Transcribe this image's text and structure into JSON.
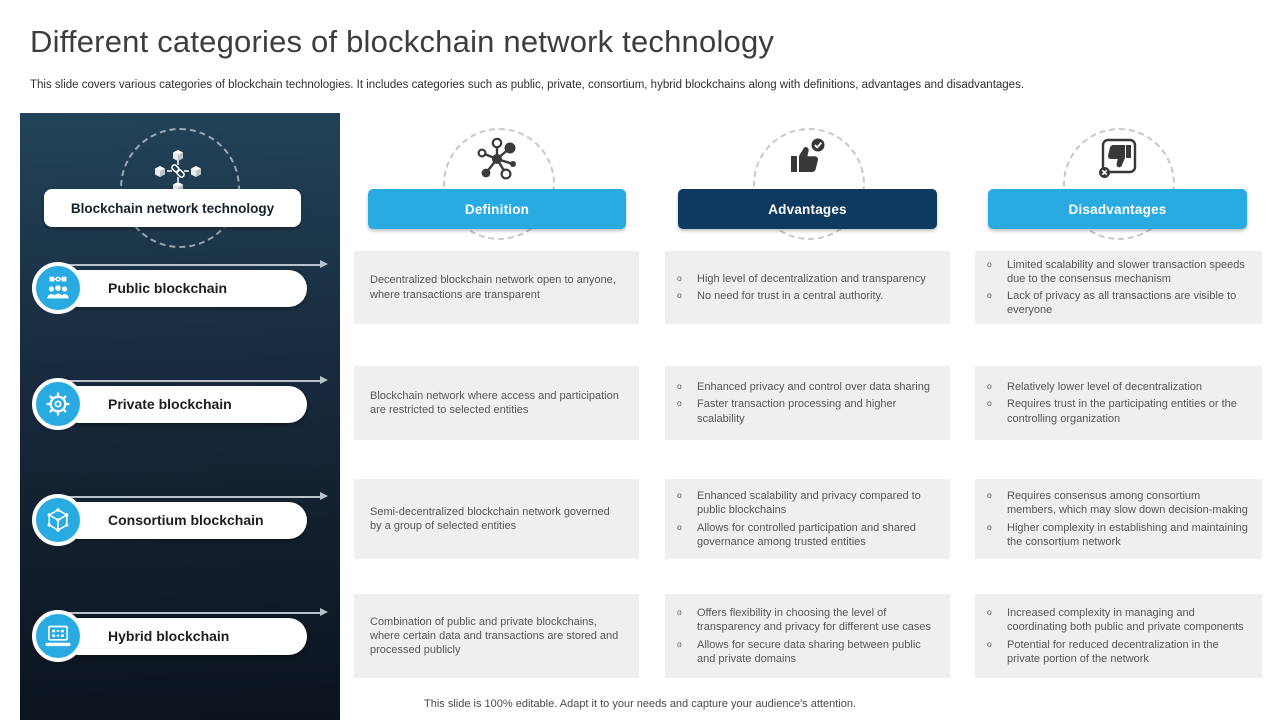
{
  "slide": {
    "title": "Different categories of blockchain network technology",
    "subtitle": "This slide covers various categories of blockchain technologies. It includes categories such as public, private, consortium, hybrid blockchains along with definitions, advantages and disadvantages.",
    "footer": "This slide is 100% editable.  Adapt it to your needs and capture your audience's attention."
  },
  "sidebar": {
    "header": "Blockchain network technology",
    "icon": "blockchain-network-icon",
    "items": [
      {
        "label": "Public blockchain",
        "icon": "public-blockchain-icon"
      },
      {
        "label": "Private blockchain",
        "icon": "gear-icon"
      },
      {
        "label": "Consortium blockchain",
        "icon": "consortium-network-icon"
      },
      {
        "label": "Hybrid blockchain",
        "icon": "laptop-icon"
      }
    ]
  },
  "columns": [
    {
      "label": "Definition",
      "icon": "mindmap-icon",
      "header_color": "#29abe2"
    },
    {
      "label": "Advantages",
      "icon": "thumbs-up-icon",
      "header_color": "#0d3a5e"
    },
    {
      "label": "Disadvantages",
      "icon": "thumbs-down-icon",
      "header_color": "#29abe2"
    }
  ],
  "rows": [
    {
      "category": "Public blockchain",
      "definition": "Decentralized blockchain network open to anyone, where transactions are transparent",
      "advantages": [
        "High level of decentralization and transparency",
        "No need for trust in a central authority."
      ],
      "disadvantages": [
        "Limited scalability and slower transaction speeds due to the consensus mechanism",
        "Lack of privacy as all transactions are visible to everyone"
      ]
    },
    {
      "category": "Private blockchain",
      "definition": "Blockchain network where access and participation are restricted to selected entities",
      "advantages": [
        "Enhanced privacy and control over data sharing",
        "Faster transaction processing and higher scalability"
      ],
      "disadvantages": [
        "Relatively lower level of decentralization",
        "Requires trust in the participating entities or the controlling organization"
      ]
    },
    {
      "category": "Consortium blockchain",
      "definition": "Semi-decentralized blockchain network governed by a group of selected entities",
      "advantages": [
        "Enhanced scalability and privacy compared to public blockchains",
        "Allows for controlled participation and shared governance among trusted entities"
      ],
      "disadvantages": [
        "Requires consensus among consortium members, which may slow down decision-making",
        "Higher complexity in establishing and maintaining the consortium network"
      ]
    },
    {
      "category": "Hybrid blockchain",
      "definition": "Combination  of public and private blockchains, where certain data and transactions are stored and processed publicly",
      "advantages": [
        "Offers flexibility in choosing the level of transparency and privacy for different use cases",
        "Allows for secure data sharing between public and private domains"
      ],
      "disadvantages": [
        "Increased complexity in managing and coordinating both public and private components",
        "Potential  for reduced decentralization in the private portion of the network"
      ]
    }
  ],
  "colors": {
    "accent_blue": "#29abe2",
    "navy": "#0d3a5e",
    "sidebar_gradient_top": "#224359",
    "sidebar_gradient_bottom": "#0b131c",
    "cell_background": "#efefef",
    "body_text": "#565656"
  }
}
